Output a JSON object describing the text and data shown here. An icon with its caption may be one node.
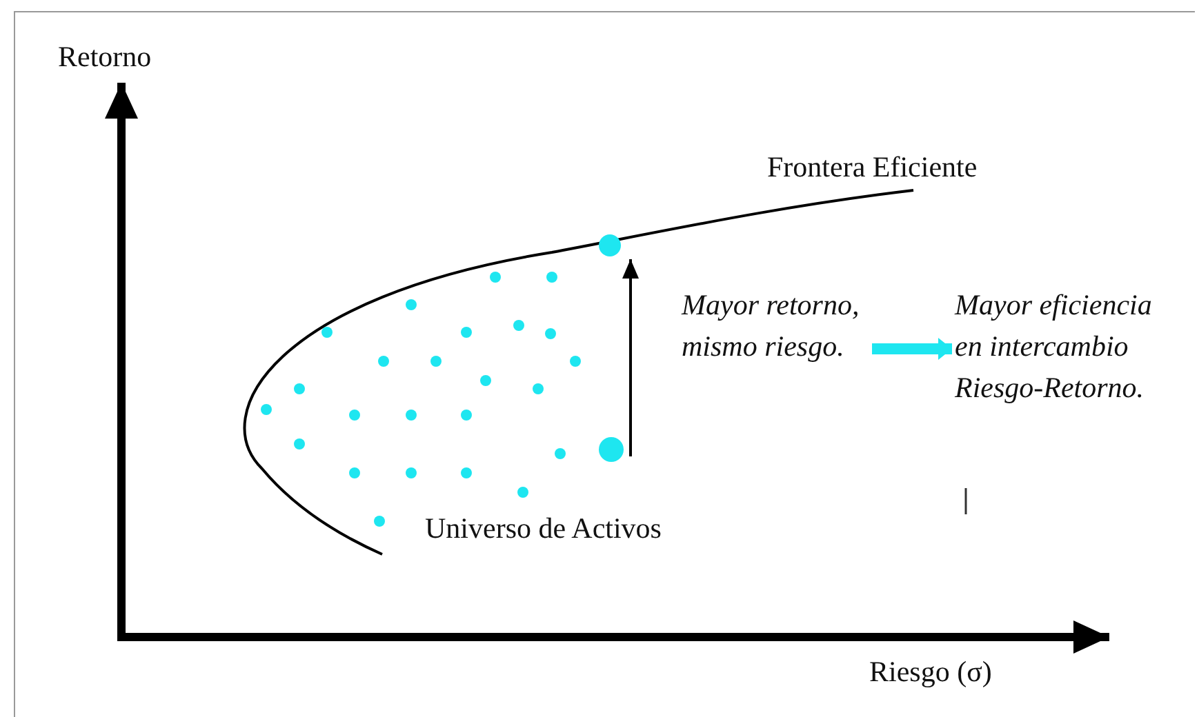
{
  "diagram": {
    "nodes": [
      {
        "text": [
          "Mayor retorno, mismo riesgo."
        ]
      },
      {
        "text": [
          "Mayor eficiencia en intercambio Riesgo-Retorno."
        ]
      },
      {
        "text": [],
        "shape": "circle"
      },
      {
        "text": [],
        "shape": "circle"
      }
    ],
    "edges": [
      {
        "from": 0,
        "to": 1,
        "arrow": "to",
        "style": "thick",
        "color": "#1ee6f0"
      },
      {
        "from": 3,
        "to": 2,
        "arrow": "to",
        "color": "#000000"
      }
    ],
    "labels": [
      "Retorno",
      "Frontera Eficiente",
      "Universo de Activos",
      "Riesgo (σ)"
    ]
  }
}
